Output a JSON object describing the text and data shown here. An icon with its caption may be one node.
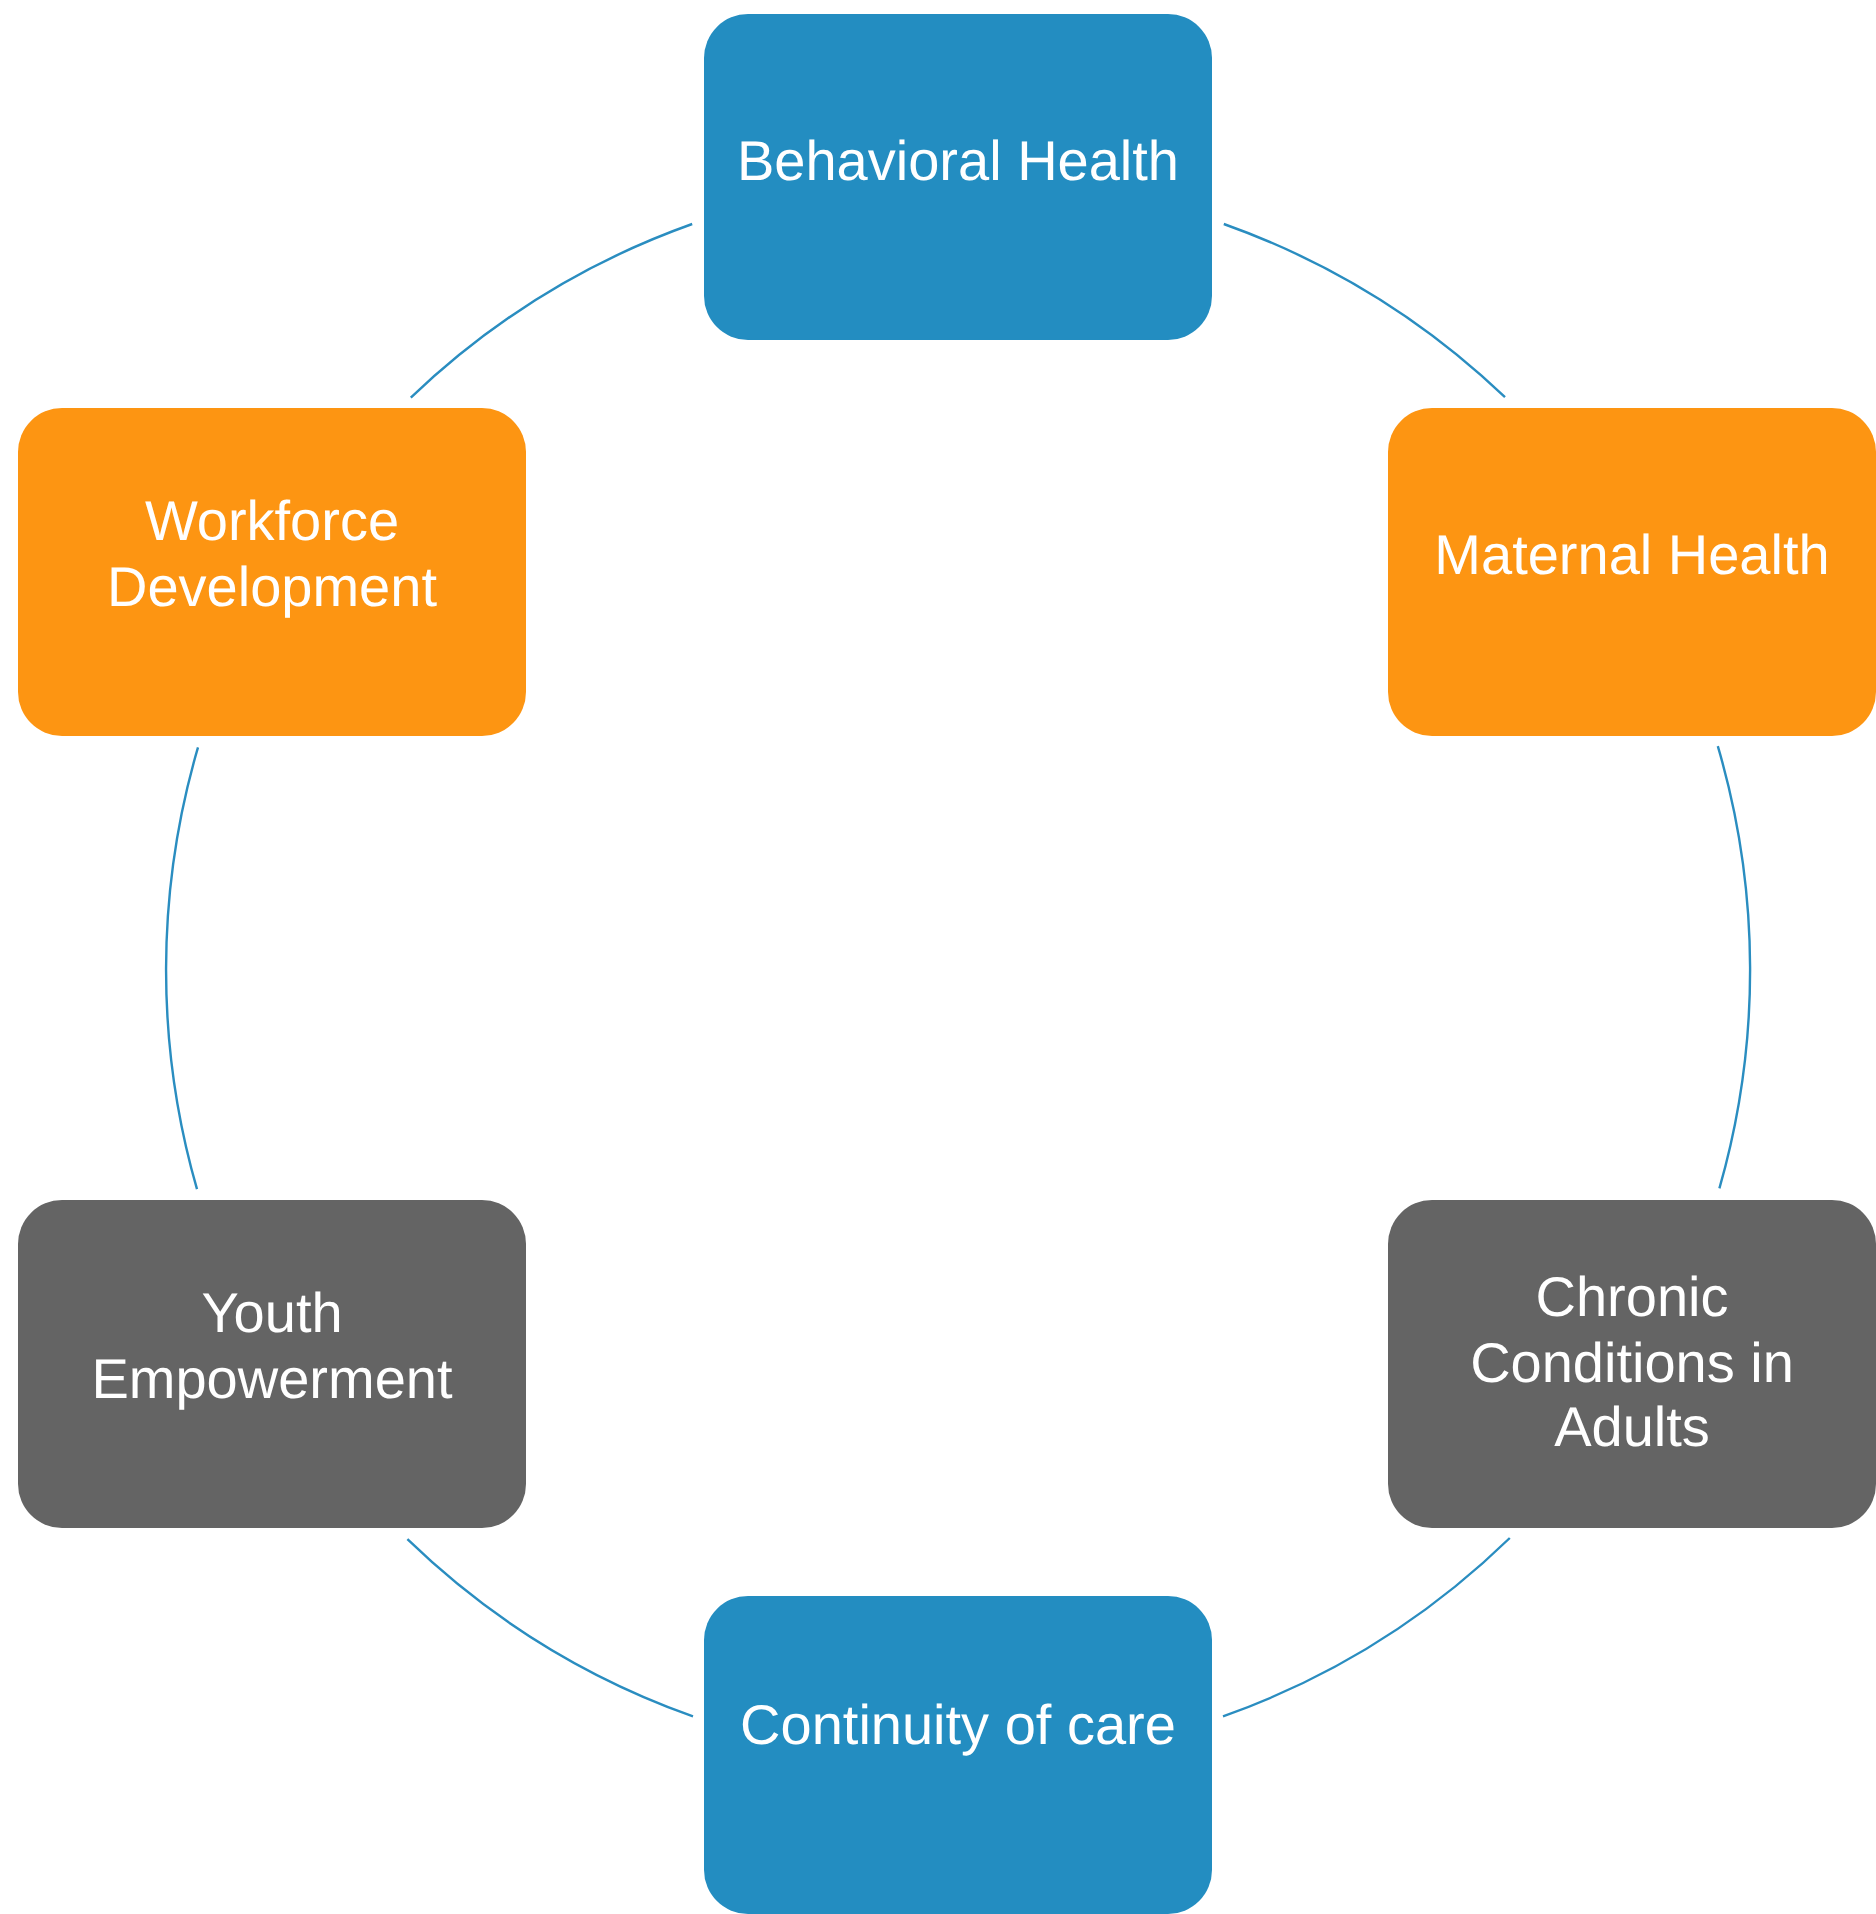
{
  "diagram": {
    "nodes": [
      {
        "text": [
          "Behavioral Health"
        ]
      },
      {
        "text": [
          "Workforce Development"
        ]
      },
      {
        "text": [
          "Maternal Health"
        ]
      },
      {
        "text": [
          "Youth Empowerment"
        ]
      },
      {
        "text": [
          "Chronic Conditions in Adults"
        ]
      },
      {
        "text": [
          "Continuity of care"
        ]
      }
    ],
    "edges": [
      {
        "from": 0,
        "to": 2,
        "arrow": "none"
      },
      {
        "from": 2,
        "to": 4,
        "arrow": "none"
      },
      {
        "from": 4,
        "to": 5,
        "arrow": "none"
      },
      {
        "from": 5,
        "to": 3,
        "arrow": "none"
      },
      {
        "from": 3,
        "to": 1,
        "arrow": "none"
      },
      {
        "from": 1,
        "to": 0,
        "arrow": "none"
      }
    ]
  }
}
